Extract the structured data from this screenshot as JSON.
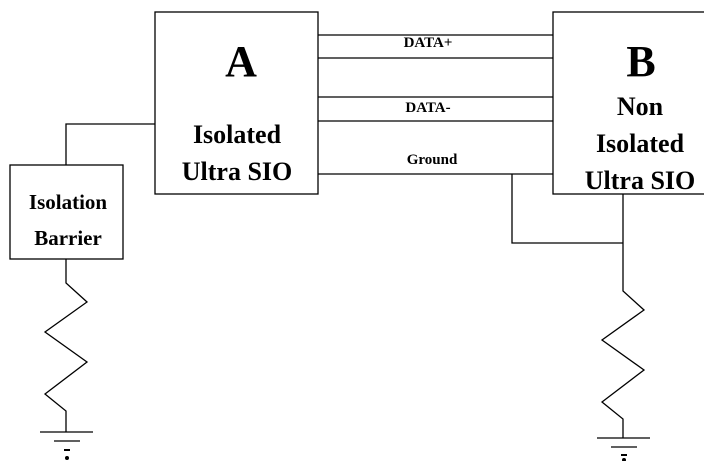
{
  "box_a": {
    "letter": "A",
    "line1": "Isolated",
    "line2": "Ultra SIO"
  },
  "box_b": {
    "letter": "B",
    "line1": "Non",
    "line2": "Isolated",
    "line3": "Ultra SIO"
  },
  "isolation_barrier": {
    "line1": "Isolation",
    "line2": "Barrier"
  },
  "wires": {
    "data_plus": "DATA+",
    "data_minus": "DATA-",
    "ground": "Ground"
  },
  "colors": {
    "line": "#000000",
    "background": "#ffffff"
  }
}
